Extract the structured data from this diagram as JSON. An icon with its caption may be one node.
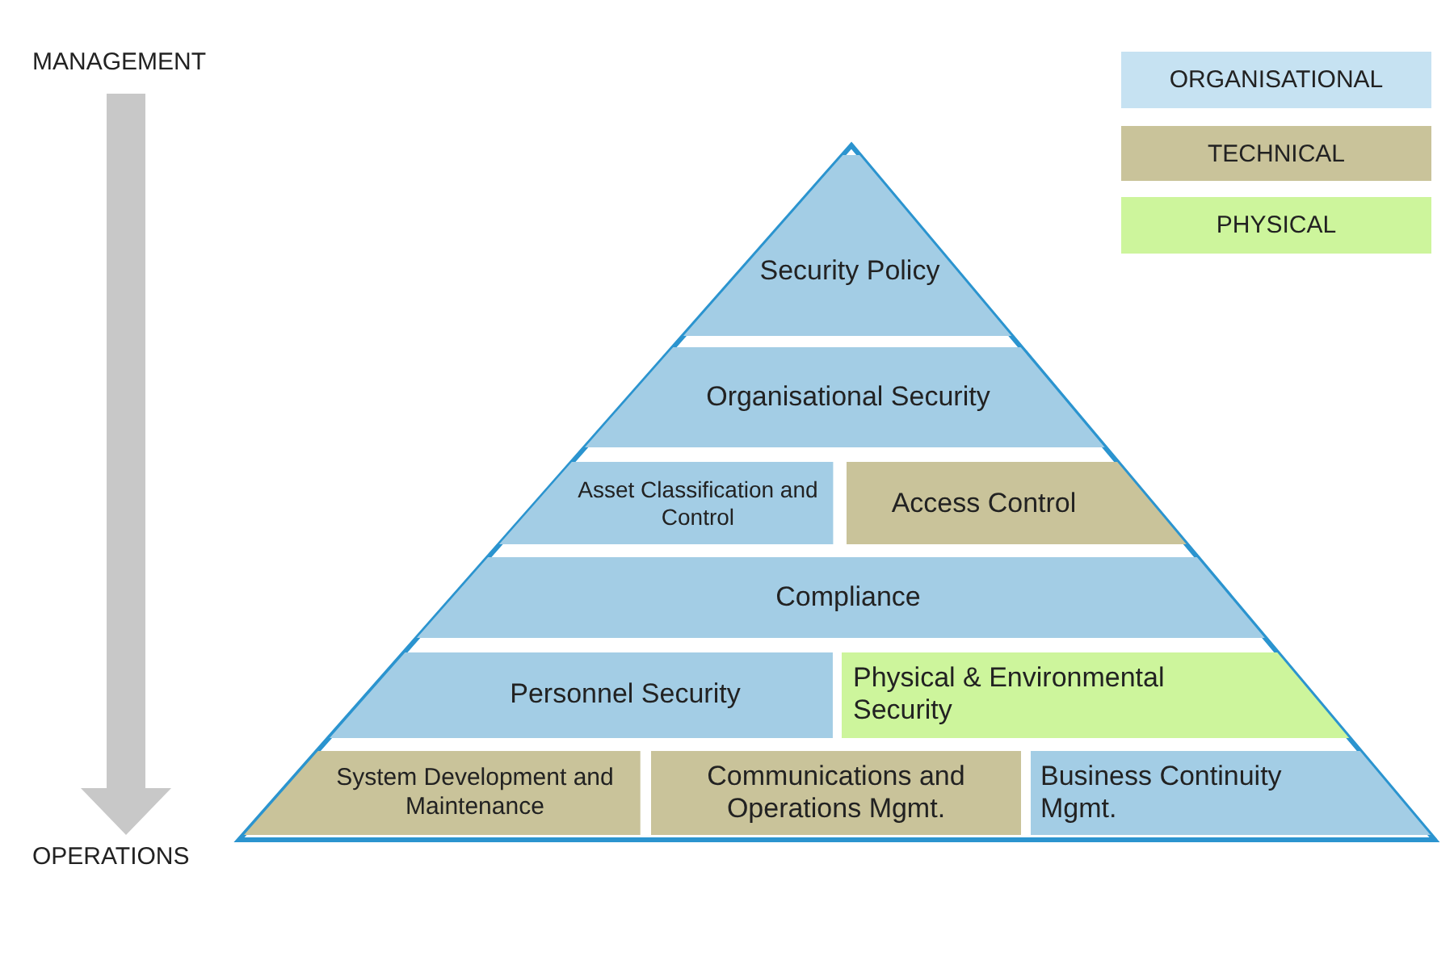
{
  "diagram": {
    "nodes": [
      {
        "text": [
          "Security Policy"
        ]
      },
      {
        "text": [
          "Organisational Security"
        ]
      },
      {
        "text": [
          "Asset Classification and Control"
        ]
      },
      {
        "text": [
          "Access Control"
        ]
      },
      {
        "text": [
          "Compliance"
        ]
      },
      {
        "text": [
          "Personnel Security"
        ]
      },
      {
        "text": [
          "Physical & Environmental Security"
        ]
      },
      {
        "text": [
          "System Development and Maintenance"
        ]
      },
      {
        "text": [
          "Communications and Operations Mgmt."
        ]
      },
      {
        "text": [
          "Business Continuity Mgmt."
        ]
      }
    ],
    "labels": [
      "MANAGEMENT",
      "OPERATIONS"
    ],
    "legend": [
      {
        "text": "ORGANISATIONAL",
        "color": "#c6e2f2"
      },
      {
        "text": "TECHNICAL",
        "color": "#c9c39a"
      },
      {
        "text": "PHYSICAL",
        "color": "#cdf59c"
      }
    ]
  }
}
